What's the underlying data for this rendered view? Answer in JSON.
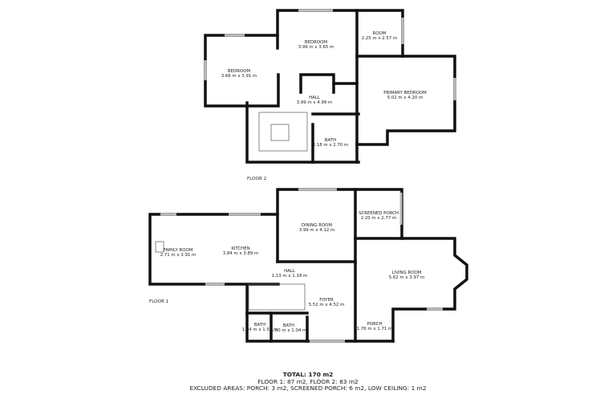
{
  "floor2": {
    "label": "FLOOR 2",
    "rooms": [
      {
        "name": "BEDROOM",
        "size": "3.66 m x 3.91 m"
      },
      {
        "name": "BEDROOM",
        "size": "3.99 m x 3.65 m"
      },
      {
        "name": "ROOM",
        "size": "2.25 m x 2.57 m"
      },
      {
        "name": "PRIMARY BEDROOM",
        "size": "5.02 m x 4.20 m"
      },
      {
        "name": "HALL",
        "size": "3.99 m x 4.99 m"
      },
      {
        "name": "BATH",
        "size": "2.18 m x 2.70 m"
      }
    ]
  },
  "floor1": {
    "label": "FLOOR 1",
    "rooms": [
      {
        "name": "FAMILY ROOM",
        "size": "2.71 m x 3.91 m"
      },
      {
        "name": "KITCHEN",
        "size": "3.84 m x 3.89 m"
      },
      {
        "name": "DINING ROOM",
        "size": "3.99 m x 4.12 m"
      },
      {
        "name": "SCREENED PORCH",
        "size": "2.20 m x 2.77 m"
      },
      {
        "name": "LIVING ROOM",
        "size": "5.62 m x 3.97 m"
      },
      {
        "name": "HALL",
        "size": "1.13 m x 1.18 m"
      },
      {
        "name": "FOYER",
        "size": "5.52 m x 4.52 m"
      },
      {
        "name": "BATH",
        "size": "1.04 m x 1.52 m"
      },
      {
        "name": "BATH",
        "size": "1.80 m x 1.04 m"
      },
      {
        "name": "PORCH",
        "size": "1.76 m x 1.71 m"
      }
    ]
  },
  "totals": {
    "total": "TOTAL: 170 m2",
    "floors": "FLOOR 1: 87 m2, FLOOR 2: 83 m2",
    "excluded": "EXCLUDED AREAS: PORCH: 3 m2, SCREENED PORCH: 6 m2, LOW CEILING: 1 m2"
  }
}
